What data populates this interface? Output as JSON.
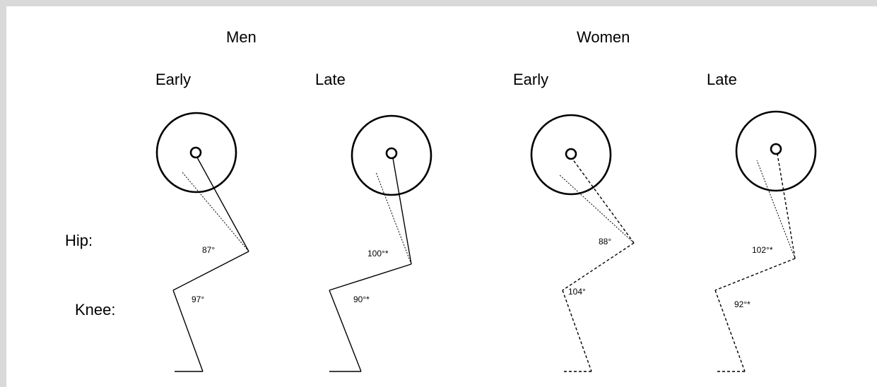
{
  "groups": [
    {
      "title": "Men",
      "panels": [
        {
          "title": "Early",
          "hip_angle": "87°",
          "knee_angle": "97°",
          "line_style": "solid"
        },
        {
          "title": "Late",
          "hip_angle": "100°*",
          "knee_angle": "90°*",
          "line_style": "solid"
        }
      ]
    },
    {
      "title": "Women",
      "panels": [
        {
          "title": "Early",
          "hip_angle": "88°",
          "knee_angle": "104°",
          "line_style": "dashed"
        },
        {
          "title": "Late",
          "hip_angle": "102°*",
          "knee_angle": "92°*",
          "line_style": "dashed"
        }
      ]
    }
  ],
  "row_labels": {
    "hip": "Hip:",
    "knee": "Knee:"
  },
  "colors": {
    "border": "#d9d9d9",
    "background": "#ffffff",
    "ink": "#000000"
  }
}
